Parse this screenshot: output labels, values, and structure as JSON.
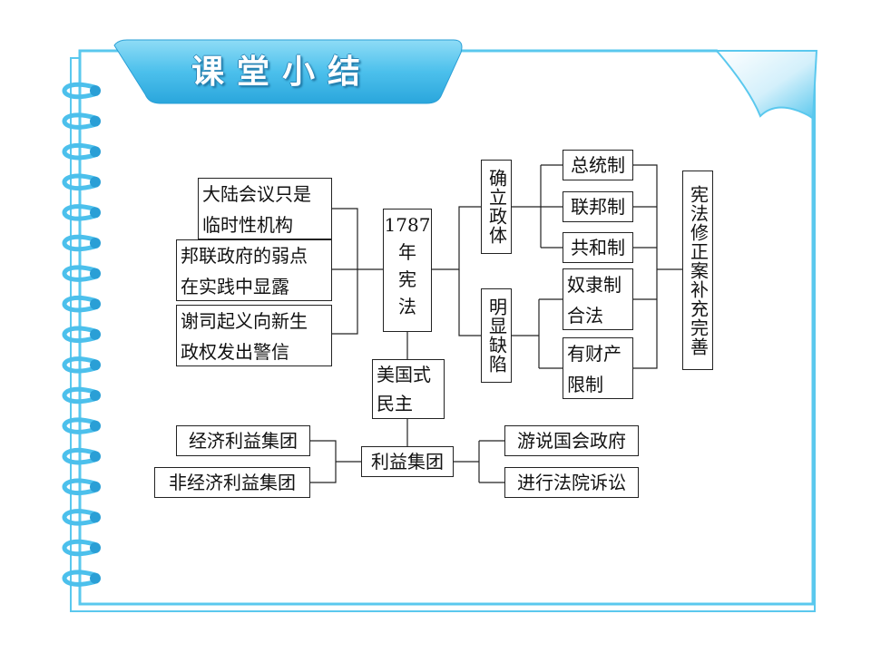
{
  "header": {
    "title": "课堂小结"
  },
  "diagram": {
    "center": "1787年宪法",
    "causes": [
      "大陆会议只是临时性机构",
      "邦联政府的弱点在实践中显露",
      "谢司起义向新生政权发出警信"
    ],
    "establish": {
      "label": "确立政体",
      "items": [
        "总统制",
        "联邦制",
        "共和制"
      ]
    },
    "defects": {
      "label": "明显缺陷",
      "items": [
        "奴隶制合法",
        "有财产限制"
      ]
    },
    "result": "宪法修正案补充完善",
    "democracy": "美国式民主",
    "interest": {
      "label": "利益集团",
      "types": [
        "经济利益集团",
        "非经济利益集团"
      ],
      "methods": [
        "游说国会政府",
        "进行法院诉讼"
      ]
    }
  },
  "colors": {
    "frame": "#5ac8ee",
    "frame_dark": "#2a9fd6",
    "lines": "#222222"
  }
}
